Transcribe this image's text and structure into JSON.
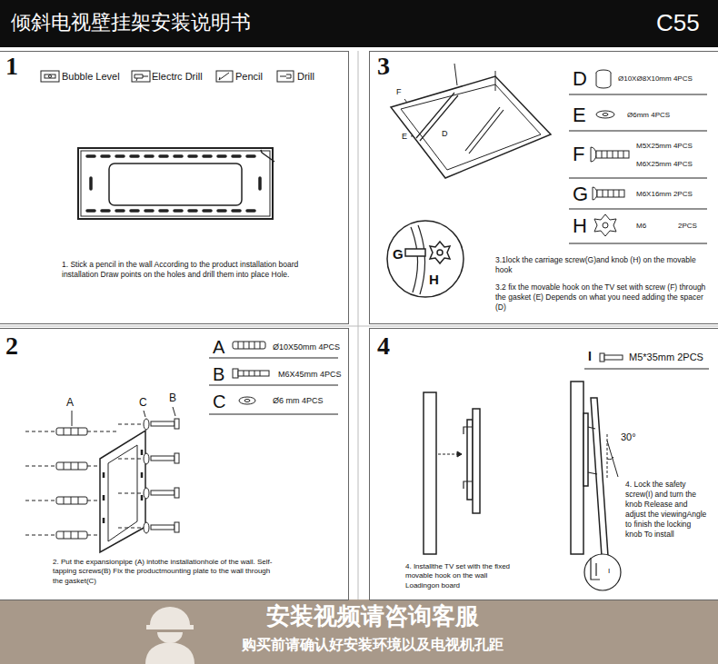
{
  "diagram": {
    "title": "倾斜电视壁挂架安装说明书",
    "nodes": [
      {
        "text": [
          "1",
          "1. Stick a pencil in the wall According to the product installation board installation Draw points on the holes and drill them into place Hole."
        ]
      },
      {
        "text": [
          "2",
          "2. Put the expansionpipe (A) intothe installationhole of the wall. Self-tapping screws(B) Fix the productmounting plate to the wall through the gasket(C)"
        ]
      },
      {
        "text": [
          "3",
          "3.1lock the carriage screw(G)and knob (H) on the movable hook",
          "3.2 fix the movable hook on the TV set with screw (F) through the gasket (E) Depends on what you need adding the spacer (D)"
        ]
      },
      {
        "text": [
          "4",
          "4. Installthe TV set with the fixed movable hook on the wall Loadingon board",
          "4. Lock the safety screw(I) and turn the knob Release and adjust the viewingAngle to finish the locking knob To install"
        ]
      },
      {
        "text": [
          "安装视频请咨询客服",
          "购买前请确认好安装环境以及电视机孔距"
        ]
      }
    ],
    "labels": [
      "C55",
      "Bubble Level",
      "Electrc Drill",
      "Pencil",
      "Drill",
      "A",
      "Ø10X50mm 4PCS",
      "B",
      "M6X45mm 4PCS",
      "C",
      "Ø6 mm 4PCS",
      "A",
      "C",
      "B",
      "F",
      "E",
      "D",
      "G",
      "H",
      "D",
      "Ø10XØ8X10mm 4PCS",
      "E",
      "Ø6mm 4PCS",
      "F",
      "M5X25mm 4PCS",
      "M6X25mm 4PCS",
      "G",
      "M6X16mm 2PCS",
      "H",
      "M6",
      "2PCS",
      "I",
      "M5*35mm 2PCS",
      "30°",
      "I"
    ]
  }
}
